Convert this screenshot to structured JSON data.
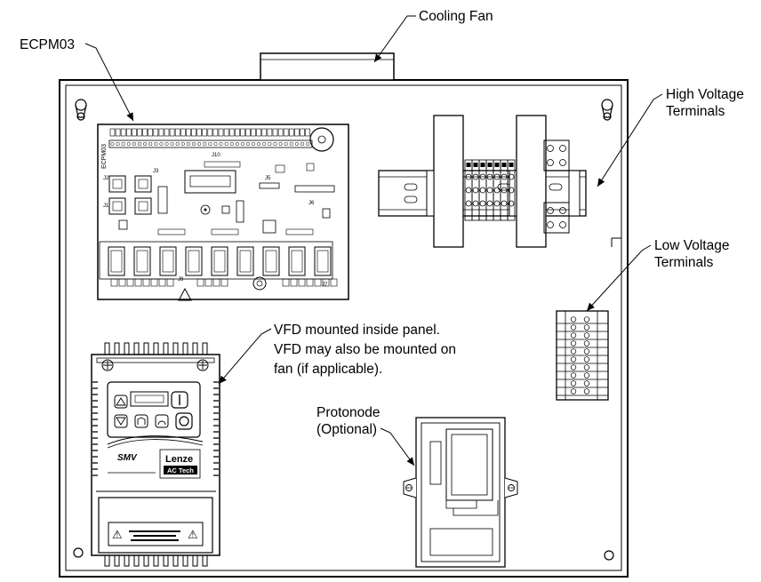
{
  "callouts": {
    "cooling_fan": "Cooling Fan",
    "ecpm03": "ECPM03",
    "high_voltage_1": "High Voltage",
    "high_voltage_2": "Terminals",
    "low_voltage_1": "Low Voltage",
    "low_voltage_2": "Terminals",
    "vfd_1": "VFD mounted inside panel.",
    "vfd_2": "VFD may also be mounted on",
    "vfd_3": "fan (if applicable).",
    "protonode_1": "Protonode",
    "protonode_2": "(Optional)"
  },
  "board": {
    "label": "ECPM03",
    "j1_label": "J1",
    "j2_label": "J2",
    "j3_label": "J3",
    "j5_label": "J5",
    "j6_label": "J6",
    "j7_label": "J7",
    "j9_label": "J9",
    "j10_label": "J10"
  },
  "vfd": {
    "brand": "Lenze",
    "sub_brand": "AC Tech",
    "model": "SMV",
    "warning_glyph": "⚠"
  },
  "colors": {
    "line": "#000000",
    "background": "#ffffff",
    "fill_gray": "#d9d9d9"
  }
}
